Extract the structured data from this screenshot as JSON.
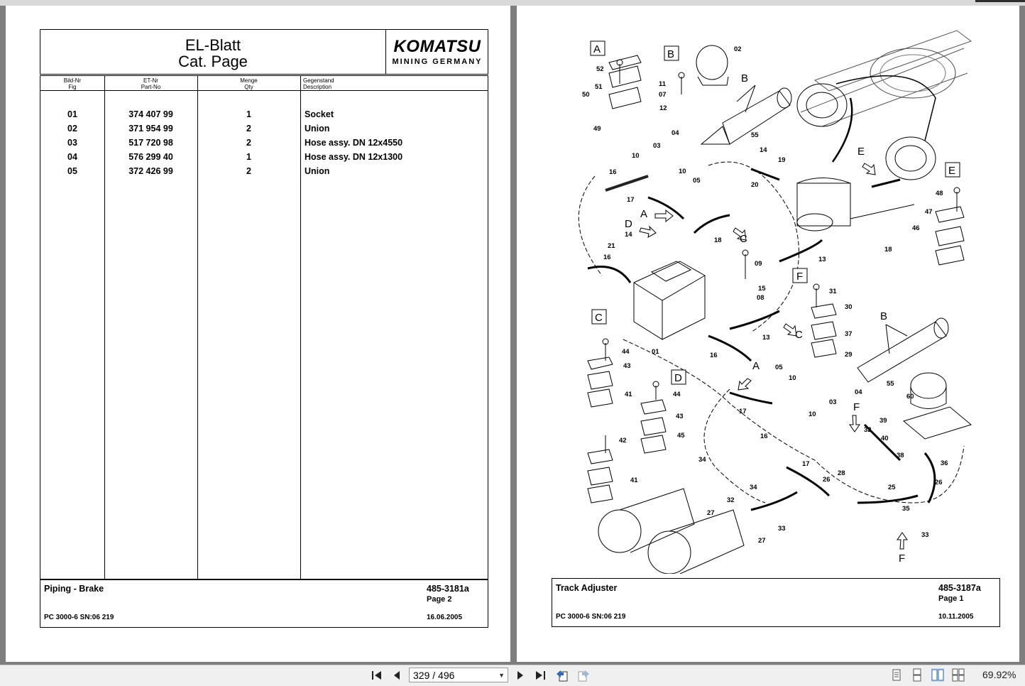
{
  "left_page": {
    "header": {
      "title_line1": "EL-Blatt",
      "title_line2": "Cat. Page",
      "logo_main": "KOMATSU",
      "logo_sub": "MINING GERMANY"
    },
    "columns": [
      {
        "de": "Bild-Nr",
        "en": "Fig"
      },
      {
        "de": "ET-Nr",
        "en": "Part-No"
      },
      {
        "de": "Menge",
        "en": "Qty"
      },
      {
        "de": "Gegenstand",
        "en": "Description"
      }
    ],
    "rows": [
      {
        "fig": "01",
        "part": "374 407 99",
        "qty": "1",
        "desc": "Socket"
      },
      {
        "fig": "02",
        "part": "371 954 99",
        "qty": "2",
        "desc": "Union"
      },
      {
        "fig": "03",
        "part": "517 720 98",
        "qty": "2",
        "desc": "Hose assy. DN 12x4550"
      },
      {
        "fig": "04",
        "part": "576 299 40",
        "qty": "1",
        "desc": "Hose assy. DN 12x1300"
      },
      {
        "fig": "05",
        "part": "372 426 99",
        "qty": "2",
        "desc": "Union"
      }
    ],
    "footer": {
      "title": "Piping - Brake",
      "code": "485-3181a",
      "page": "Page 2",
      "model": "PC 3000-6 SN:06 219",
      "date": "16.06.2005"
    }
  },
  "right_page": {
    "section_letters": [
      "A",
      "B",
      "C",
      "D",
      "E",
      "F"
    ],
    "callouts": {
      "c01": "01",
      "c02": "02",
      "c03": "03",
      "c04": "04",
      "c05": "05",
      "c07": "07",
      "c08": "08",
      "c09": "09",
      "c10": "10",
      "c11": "11",
      "c12": "12",
      "c13": "13",
      "c14": "14",
      "c15": "15",
      "c16": "16",
      "c17": "17",
      "c18": "18",
      "c19": "19",
      "c20": "20",
      "c21": "21",
      "c25": "25",
      "c26": "26",
      "c27": "27",
      "c28": "28",
      "c29": "29",
      "c30": "30",
      "c31": "31",
      "c32": "32",
      "c33": "33",
      "c34": "34",
      "c35": "35",
      "c36": "36",
      "c37": "37",
      "c38": "38",
      "c39": "39",
      "c40": "40",
      "c41": "41",
      "c42": "42",
      "c43": "43",
      "c44": "44",
      "c45": "45",
      "c46": "46",
      "c47": "47",
      "c48": "48",
      "c49": "49",
      "c50": "50",
      "c51": "51",
      "c52": "52",
      "c55": "55",
      "c60": "60"
    },
    "footer": {
      "title": "Track Adjuster",
      "code": "485-3187a",
      "page": "Page 1",
      "model": "PC 3000-6 SN:06 219",
      "date": "10.11.2005"
    }
  },
  "toolbar": {
    "page_indicator": "329 / 496",
    "zoom": "69.92%"
  }
}
